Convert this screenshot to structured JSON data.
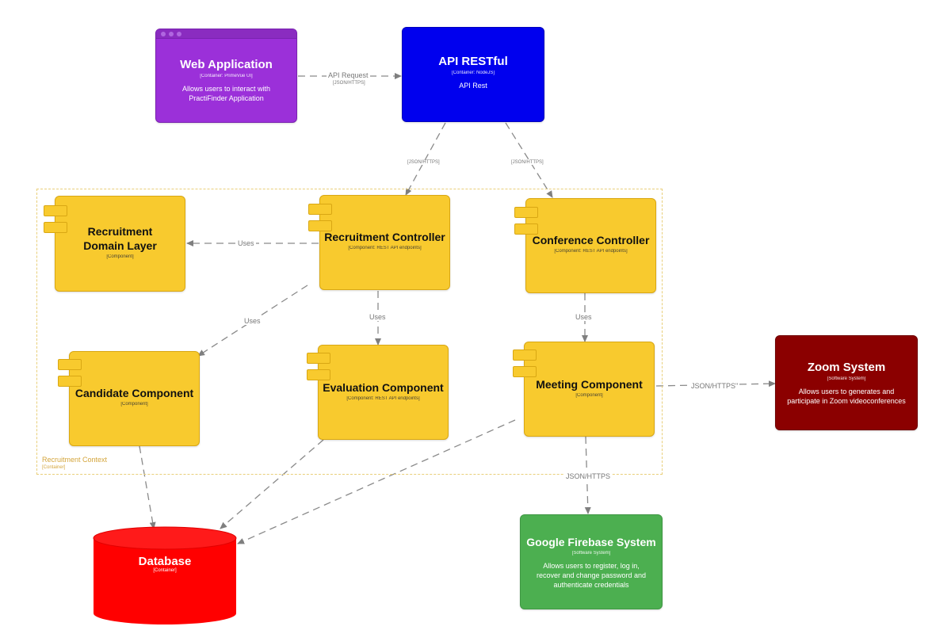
{
  "nodes": {
    "web_app": {
      "title": "Web Application",
      "tag": "[Container: PrimeVue UI]",
      "desc": "Allows users to interact with PractiFinder Application",
      "color": "#9b30d9"
    },
    "api": {
      "title": "API RESTful",
      "tag": "[Container: NodeJS]",
      "desc": "API Rest",
      "color": "#0000ee"
    },
    "domain": {
      "title": "Recruitment Domain Layer",
      "tag": "[Component]"
    },
    "rec_ctrl": {
      "title": "Recruitment Controller",
      "tag": "[Component: REST API endpoints]"
    },
    "conf_ctrl": {
      "title": "Conference Controller",
      "tag": "[Component: REST API endpoints]"
    },
    "candidate": {
      "title": "Candidate Component",
      "tag": "[Component]"
    },
    "evaluation": {
      "title": "Evaluation Component",
      "tag": "[Component: REST API endpoints]"
    },
    "meeting": {
      "title": "Meeting Component",
      "tag": "[Component]"
    },
    "zoom": {
      "title": "Zoom System",
      "tag": "[Software System]",
      "desc": "Allows users to generates and participate in Zoom videoconferences",
      "color": "#8b0000"
    },
    "firebase": {
      "title": "Google Firebase System",
      "tag": "[Software System]",
      "desc": "Allows users to register, log in, recover and change password and authenticate credentials",
      "color": "#4caf50"
    },
    "database": {
      "title": "Database",
      "tag": "[Container]",
      "color": "#ff0000"
    }
  },
  "boundary": {
    "label": "Recruitment Context",
    "tag": "[Container]"
  },
  "edges": {
    "web_api": {
      "label": "API Request",
      "tag": "[JSON/HTTPS]"
    },
    "api_rec": {
      "tag": "[JSON/HTTPS]"
    },
    "api_conf": {
      "tag": "[JSON/HTTPS]"
    },
    "rec_domain": {
      "label": "Uses"
    },
    "rec_candidate": {
      "label": "Uses"
    },
    "rec_eval": {
      "label": "Uses"
    },
    "conf_meeting": {
      "label": "Uses"
    },
    "meeting_zoom": {
      "label": "JSON/HTTPS\""
    },
    "meeting_firebase": {
      "label": "JSON/HTTPS"
    }
  },
  "colors": {
    "component": "#f8ca2e",
    "edge": "#7f7f7f"
  }
}
